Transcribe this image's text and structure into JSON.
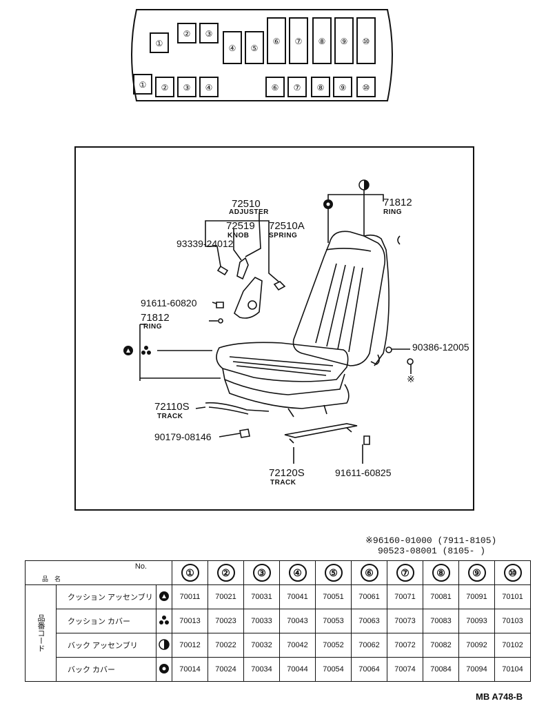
{
  "top_panel": {
    "upper_row": [
      "①",
      "②",
      "③",
      "④",
      "⑤",
      "⑥",
      "⑦",
      "⑧",
      "⑨",
      "⑩"
    ],
    "lower_row": [
      "①",
      "②",
      "③",
      "④",
      "⑥",
      "⑦",
      "⑧",
      "⑨",
      "⑩"
    ]
  },
  "parts": {
    "p72510": "72510",
    "p72510_name": "ADJUSTER",
    "p72519": "72519",
    "p72519_name": "KNOB",
    "p72510A": "72510A",
    "p72510A_name": "SPRING",
    "p93339": "93339-24012",
    "p71812a": "71812",
    "p71812a_name": "RING",
    "p91611a": "91611-60820",
    "p71812b": "71812",
    "p71812b_name": "RING",
    "p90386": "90386-12005",
    "p72110S": "72110S",
    "p72110S_name": "TRACK",
    "p90179": "90179-08146",
    "p72120S": "72120S",
    "p72120S_name": "TRACK",
    "p91611b": "91611-60825",
    "note_mark": "※"
  },
  "notes": {
    "line1": "※96160-01000 (7911-8105)",
    "line2": "90523-08001 (8105-        )"
  },
  "table": {
    "no_label": "No.",
    "name_label": "品　名",
    "side_label": "品番コード",
    "columns": [
      "①",
      "②",
      "③",
      "④",
      "⑤",
      "⑥",
      "⑦",
      "⑧",
      "⑨",
      "⑩"
    ],
    "rows": [
      {
        "name": "クッション アッセンブリ",
        "symbol": "triangle",
        "values": [
          "70011",
          "70021",
          "70031",
          "70041",
          "70051",
          "70061",
          "70071",
          "70081",
          "70091",
          "70101"
        ]
      },
      {
        "name": "クッション カバー",
        "symbol": "three-dots",
        "values": [
          "70013",
          "70023",
          "70033",
          "70043",
          "70053",
          "70063",
          "70073",
          "70083",
          "70093",
          "70103"
        ]
      },
      {
        "name": "バック アッセンブリ",
        "symbol": "half-circle",
        "values": [
          "70012",
          "70022",
          "70032",
          "70042",
          "70052",
          "70062",
          "70072",
          "70082",
          "70092",
          "70102"
        ]
      },
      {
        "name": "バック カバー",
        "symbol": "ring",
        "values": [
          "70014",
          "70024",
          "70034",
          "70044",
          "70054",
          "70064",
          "70074",
          "70084",
          "70094",
          "70104"
        ]
      }
    ]
  },
  "footer_code": "MB A748-B"
}
